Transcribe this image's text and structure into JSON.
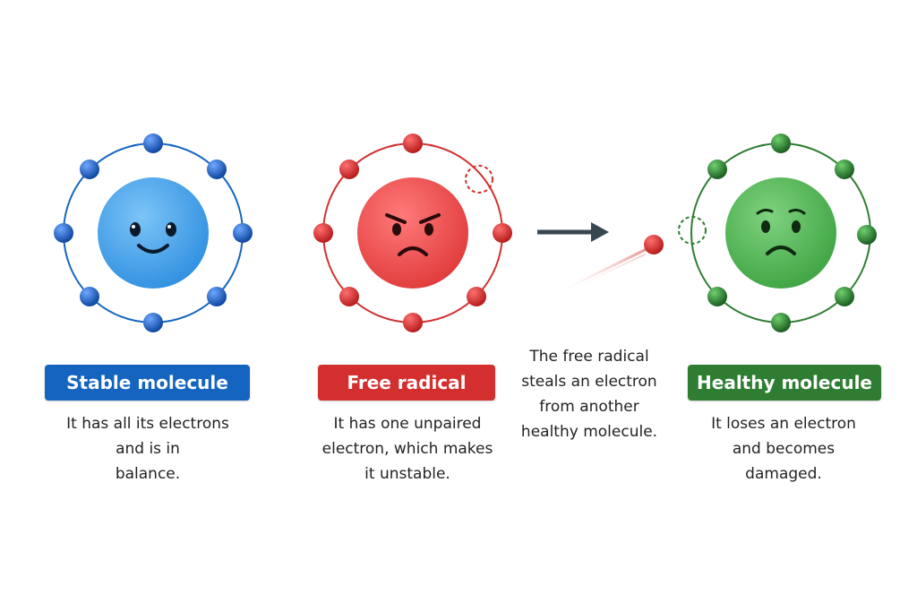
{
  "colors": {
    "stable": "#1565c0",
    "stable_fill": "#4aa3ea",
    "radical": "#d32f2f",
    "radical_fill": "#ef4d4d",
    "healthy": "#2e7d32",
    "healthy_fill": "#55b855",
    "arrow": "#37474f"
  },
  "panels": [
    {
      "label": "Stable molecule",
      "caption_lines": [
        "It has all its electrons",
        "and is in",
        "balance."
      ],
      "face": "happy",
      "color": "#1565c0"
    },
    {
      "label": "Free radical",
      "caption_lines": [
        "It has one unpaired",
        "electron, which makes",
        "it unstable."
      ],
      "face": "angry",
      "color": "#d32f2f"
    },
    {
      "caption_lines": [
        "The free radical",
        "steals an electron",
        "from another",
        "healthy molecule."
      ]
    },
    {
      "label": "Healthy molecule",
      "caption_lines": [
        "It loses an electron",
        "and becomes",
        "damaged."
      ],
      "face": "sad",
      "color": "#2e7d32"
    }
  ]
}
